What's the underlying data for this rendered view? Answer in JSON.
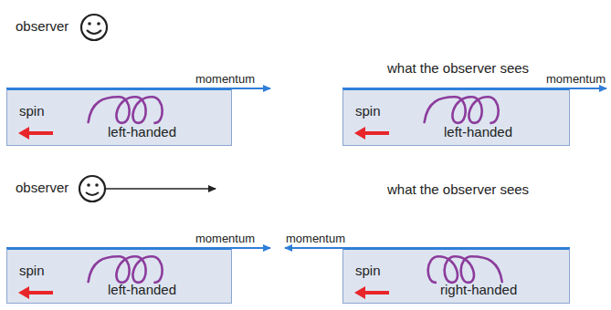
{
  "diagram": {
    "nodes": [
      {
        "text": [
          "spin",
          "left-handed"
        ]
      },
      {
        "text": [
          "spin",
          "left-handed"
        ]
      },
      {
        "text": [
          "spin",
          "left-handed"
        ]
      },
      {
        "text": [
          "spin",
          "right-handed"
        ]
      }
    ],
    "labels": [
      "observer",
      "momentum",
      "what the observer sees",
      "momentum",
      "observer",
      "momentum",
      "what the observer sees",
      "momentum"
    ]
  }
}
